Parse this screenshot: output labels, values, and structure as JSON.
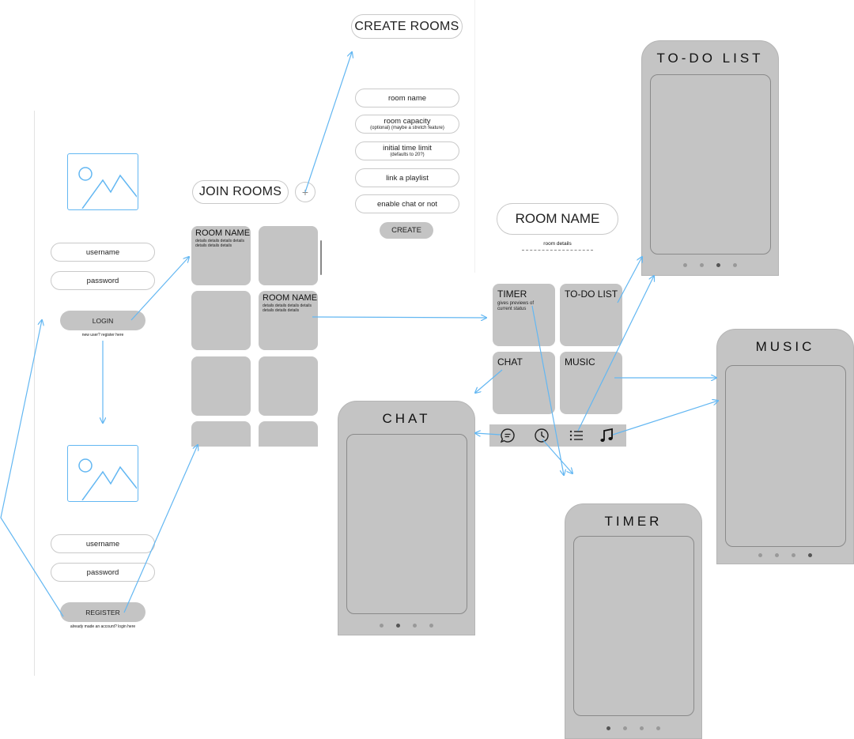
{
  "login": {
    "username_label": "username",
    "password_label": "password",
    "login_button": "LOGIN",
    "register_hint": "new user? register here"
  },
  "register": {
    "username_label": "username",
    "password_label": "password",
    "register_button": "REGISTER",
    "login_hint": "already made an account? login here"
  },
  "join": {
    "title": "JOIN ROOMS",
    "add_glyph": "+",
    "tiles": [
      {
        "title": "ROOM NAME",
        "details": "details details details details details details details"
      },
      {
        "title": "",
        "details": ""
      },
      {
        "title": "",
        "details": ""
      },
      {
        "title": "ROOM NAME",
        "details": "details details details details details details details"
      },
      {
        "title": "",
        "details": ""
      },
      {
        "title": "",
        "details": ""
      },
      {
        "title": "",
        "details": ""
      },
      {
        "title": "",
        "details": ""
      }
    ]
  },
  "create": {
    "title": "CREATE ROOMS",
    "room_name": "room name",
    "capacity_main": "room capacity",
    "capacity_sub": "(optional) (maybe a stretch feature)",
    "time_main": "initial time limit",
    "time_sub": "(defaults to 20?)",
    "playlist": "link a playlist",
    "chat_toggle": "enable chat or not",
    "create_button": "CREATE"
  },
  "room": {
    "title": "ROOM NAME",
    "details": "room details",
    "features": {
      "timer": {
        "label": "TIMER",
        "desc": "gives previews of current status"
      },
      "todo": {
        "label": "TO-DO LIST"
      },
      "chat": {
        "label": "CHAT"
      },
      "music": {
        "label": "MUSIC"
      }
    },
    "nav_icons": [
      "chat-icon",
      "clock-icon",
      "list-icon",
      "music-note-icon"
    ]
  },
  "screens": {
    "todo": {
      "title": "TO-DO LIST",
      "dots": 4,
      "active_dot": 3
    },
    "music": {
      "title": "MUSIC",
      "dots": 4,
      "active_dot": 4
    },
    "chat": {
      "title": "CHAT",
      "dots": 4,
      "active_dot": 2
    },
    "timer": {
      "title": "TIMER",
      "dots": 4,
      "active_dot": 1
    }
  },
  "colors": {
    "accent": "#63b7f2",
    "tile_grey": "#c4c4c4",
    "border_grey": "#c9c9c9"
  }
}
